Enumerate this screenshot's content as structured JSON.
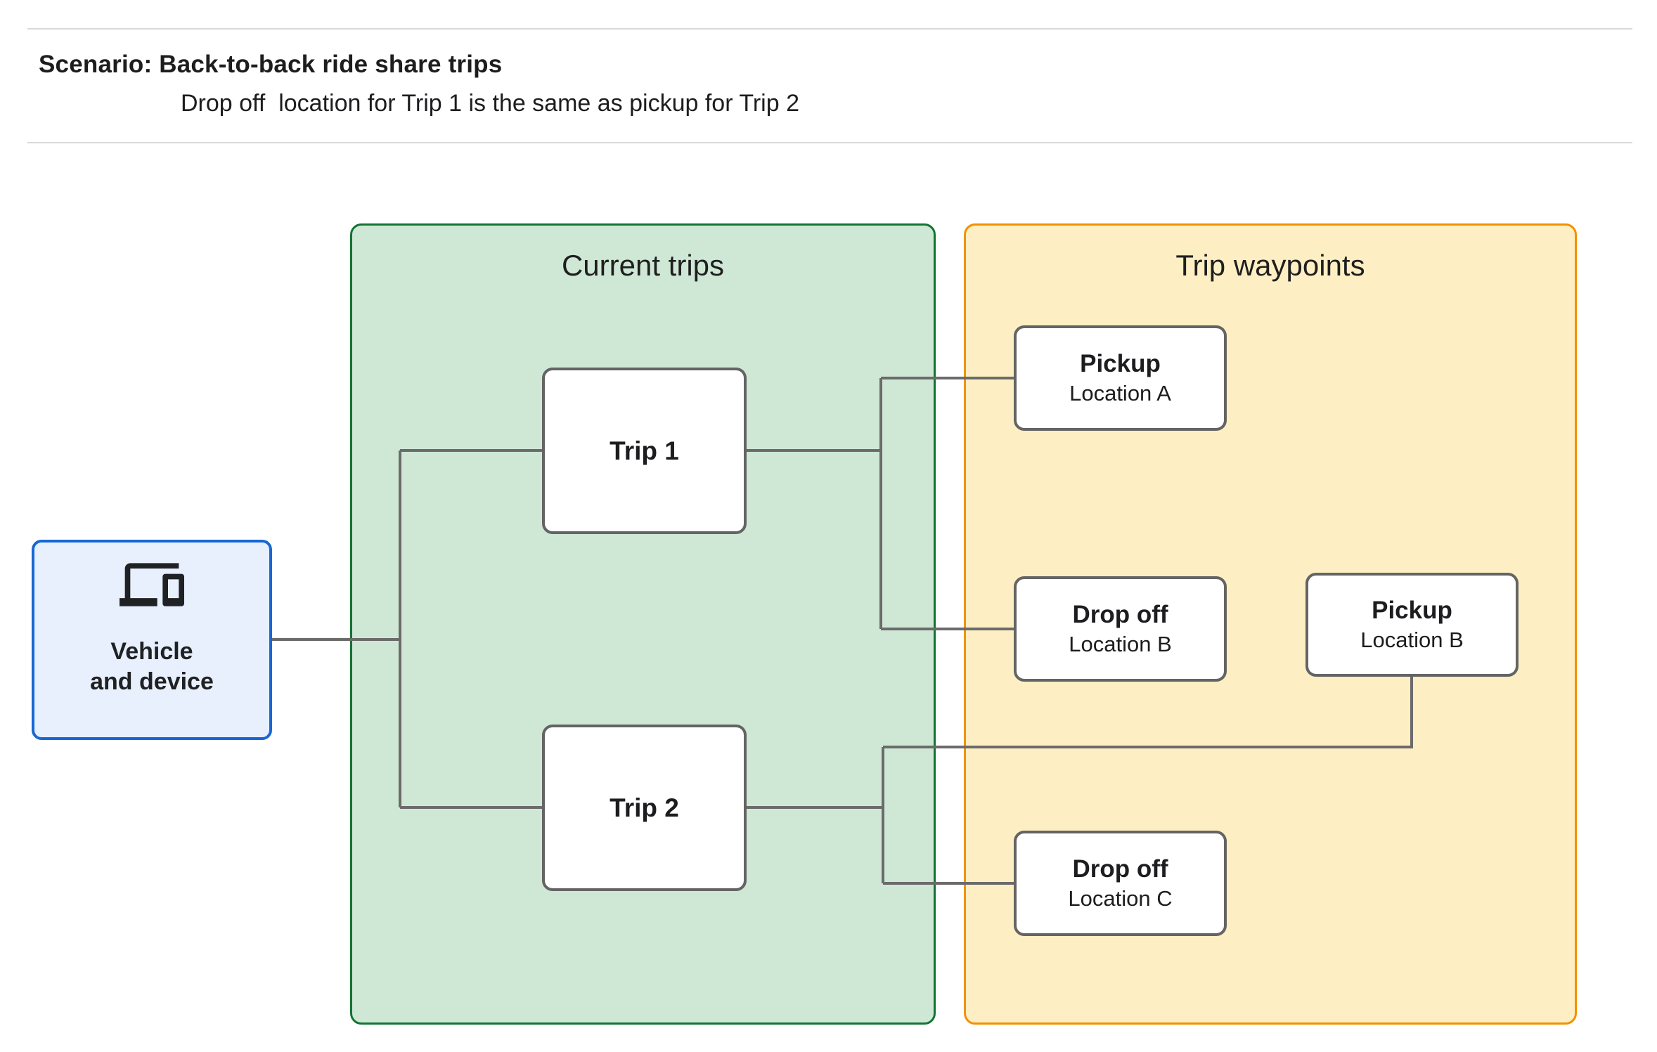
{
  "header": {
    "title": "Scenario: Back-to-back ride share trips",
    "subtitle": "Drop off  location for Trip 1 is the same as pickup for Trip 2"
  },
  "groups": {
    "current_trips": {
      "title": "Current trips"
    },
    "trip_waypoints": {
      "title": "Trip waypoints"
    }
  },
  "nodes": {
    "vehicle": {
      "label_line1": "Vehicle",
      "label_line2": "and device",
      "icon": "devices-icon"
    },
    "trip1": {
      "label": "Trip 1"
    },
    "trip2": {
      "label": "Trip 2"
    },
    "pickup_a": {
      "label": "Pickup",
      "sublabel": "Location A"
    },
    "dropoff_b": {
      "label": "Drop off",
      "sublabel": "Location B"
    },
    "pickup_b": {
      "label": "Pickup",
      "sublabel": "Location B"
    },
    "dropoff_c": {
      "label": "Drop off",
      "sublabel": "Location C"
    }
  },
  "colors": {
    "vehicle_fill": "#e8f0fe",
    "vehicle_border": "#1967d2",
    "current_trips_fill": "#cfe8d6",
    "current_trips_border": "#137333",
    "trip_waypoints_fill": "#fdefc3",
    "trip_waypoints_border": "#f29100",
    "node_border": "#646464",
    "connector": "#6b6b6b",
    "divider": "#d9d9d9",
    "text": "#202124"
  }
}
